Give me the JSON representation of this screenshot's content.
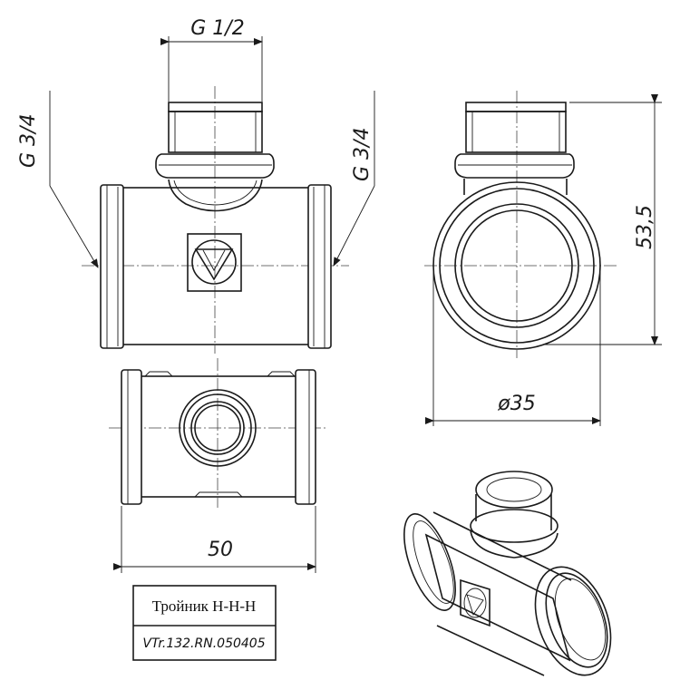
{
  "dimensions": {
    "top_thread": "G 1/2",
    "left_thread": "G 3/4",
    "right_thread": "G 3/4",
    "height": "53,5",
    "diameter": "ø35",
    "length": "50"
  },
  "title_block": {
    "name": "Тройник Н-Н-Н",
    "code": "VTr.132.RN.050405"
  },
  "logo": "V"
}
